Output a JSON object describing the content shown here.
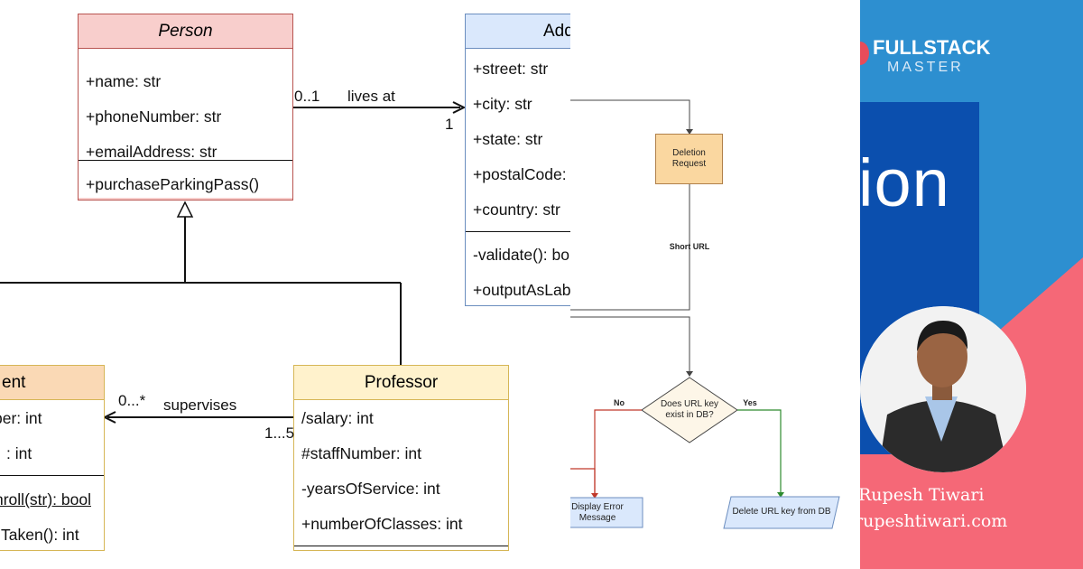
{
  "uml": {
    "person": {
      "name": "Person",
      "attributes": [
        "+name: str",
        "+phoneNumber: str",
        "+emailAddress: str"
      ],
      "methods": [
        "+purchaseParkingPass()"
      ]
    },
    "address": {
      "name": "Add",
      "attributes": [
        "+street: str",
        "+city: str",
        "+state: str",
        "+postalCode:",
        "+country: str"
      ],
      "methods": [
        "-validate(): bo",
        "+outputAsLab"
      ]
    },
    "student": {
      "name": "ent",
      "attributes": [
        "ber: int",
        ": int"
      ],
      "methods": [
        "nroll(str): bool",
        "Taken(): int"
      ]
    },
    "professor": {
      "name": "Professor",
      "attributes": [
        "/salary: int",
        "#staffNumber: int",
        "-yearsOfService: int",
        "+numberOfClasses: int"
      ]
    },
    "associations": {
      "lives_at": {
        "label": "lives at",
        "mult_source": "0..1",
        "mult_target": "1"
      },
      "supervises": {
        "label": "supervises",
        "mult_source": "1...5",
        "mult_target": "0...*"
      }
    }
  },
  "flowchart": {
    "deletion_request": "Deletion Request",
    "short_url": "Short URL",
    "decision": "Does URL key exist in DB?",
    "no_label": "No",
    "yes_label": "Yes",
    "display_error": "Display Error Message",
    "delete_key": "Delete URL key from DB"
  },
  "banner": {
    "brand_top": "FULLSTACK",
    "brand_bottom": "MASTER",
    "title_fragment": "ion",
    "author_name": "Rupesh Tiwari",
    "author_site": "rupeshtiwari.com"
  },
  "colors": {
    "person_fill": "#f8cecc",
    "person_border": "#b85450",
    "address_fill": "#dae8fc",
    "address_border": "#6c8ebf",
    "student_fill": "#fad9b5",
    "student_border": "#d6b656",
    "professor_fill": "#fff2cc",
    "professor_border": "#d6b656",
    "banner_blue": "#2d8fd0",
    "banner_dark_blue": "#0b4fae",
    "banner_coral": "#f56877"
  }
}
